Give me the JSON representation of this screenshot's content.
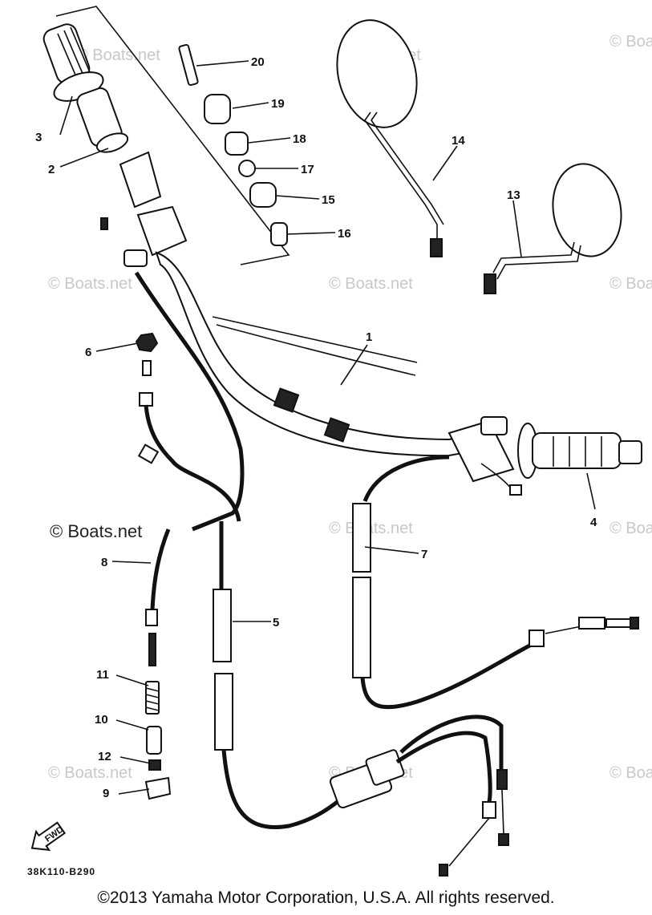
{
  "diagram": {
    "callouts": [
      {
        "id": "20",
        "label": "20"
      },
      {
        "id": "19",
        "label": "19"
      },
      {
        "id": "18",
        "label": "18"
      },
      {
        "id": "17",
        "label": "17"
      },
      {
        "id": "15",
        "label": "15"
      },
      {
        "id": "16",
        "label": "16"
      },
      {
        "id": "14",
        "label": "14"
      },
      {
        "id": "13",
        "label": "13"
      },
      {
        "id": "3",
        "label": "3"
      },
      {
        "id": "2",
        "label": "2"
      },
      {
        "id": "1",
        "label": "1"
      },
      {
        "id": "6",
        "label": "6"
      },
      {
        "id": "4",
        "label": "4"
      },
      {
        "id": "7",
        "label": "7"
      },
      {
        "id": "8",
        "label": "8"
      },
      {
        "id": "5",
        "label": "5"
      },
      {
        "id": "11",
        "label": "11"
      },
      {
        "id": "10",
        "label": "10"
      },
      {
        "id": "12",
        "label": "12"
      },
      {
        "id": "9",
        "label": "9"
      }
    ],
    "fwd_label": "FWD",
    "drawing_code": "38K110-B290",
    "watermark": "© Boats.net",
    "watermark_dark": "© Boats.net",
    "copyright": "©2013 Yamaha Motor Corporation, U.S.A. All rights reserved."
  },
  "colors": {
    "ink": "#111111",
    "watermark": "#c8c8c8",
    "background": "#ffffff"
  }
}
